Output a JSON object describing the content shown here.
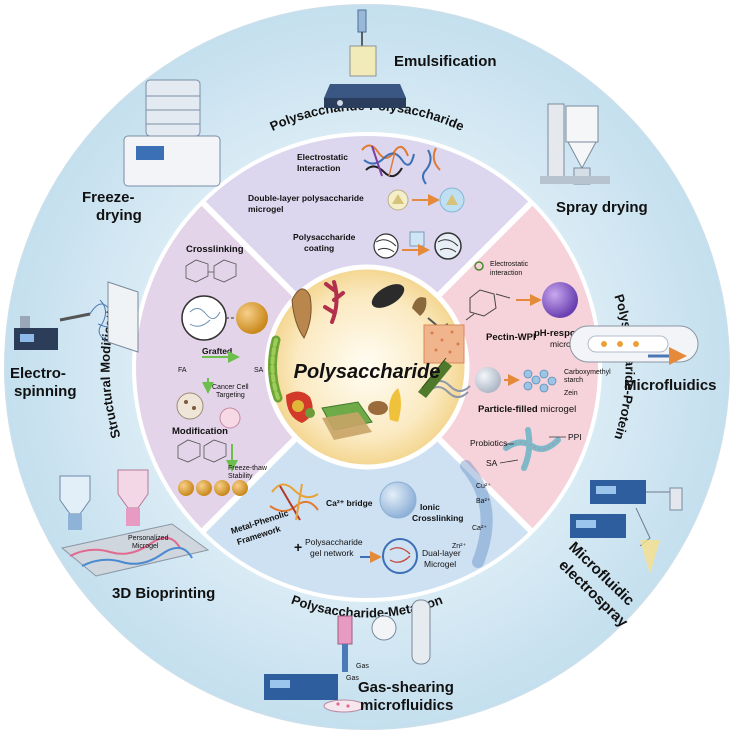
{
  "center": {
    "title": "Polysaccharide"
  },
  "sectors": {
    "top": {
      "title": "Polysaccharide-Polysaccharide",
      "items": [
        "Electrostatic",
        "Interaction",
        "Double-layer polysaccharide",
        "microgel",
        "Polysaccharide",
        "coating"
      ]
    },
    "right": {
      "title": "Polysaccharide-Protein",
      "labels": {
        "electrostatic": [
          "Electrostatic",
          "interaction"
        ],
        "pectin_wpi": "Pectin-WPI",
        "ph_responsive": [
          "pH-responsive",
          "microgel"
        ],
        "carboxymethyl": [
          "Carboxymethyl",
          "starch"
        ],
        "zein": "Zein",
        "particle_filled_bold": "Particle-filled",
        "particle_filled_rest": " microgel",
        "probiotics": "Probiotics",
        "ppi": "PPI",
        "sa": "SA"
      }
    },
    "bottom": {
      "title": "Polysaccharide-Metal Ion",
      "labels": {
        "ca_bridge": "Ca²⁺ bridge",
        "ionic": [
          "Ionic",
          "Crosslinking"
        ],
        "mpf": [
          "Metal-Phenolic",
          "Framework"
        ],
        "network": [
          "Polysaccharide",
          "gel network"
        ],
        "dual_layer": [
          "Dual-layer",
          "Microgel"
        ],
        "ions": [
          "Cu²⁺",
          "Ba²⁺",
          "Ca²⁺",
          "Zn²⁺"
        ]
      }
    },
    "left": {
      "title": "Structural Modification",
      "labels": {
        "crosslinking": "Crosslinking",
        "grafted": "Grafted",
        "fa": "FA",
        "sa": "SA",
        "cancer": [
          "Cancer Cell",
          "Targeting"
        ],
        "modification": "Modification",
        "freeze_thaw": [
          "Freeze-thaw",
          "Stability"
        ]
      }
    }
  },
  "techniques": [
    {
      "id": "emulsification",
      "lines": [
        "Emulsification"
      ]
    },
    {
      "id": "spray-drying",
      "lines": [
        "Spray drying"
      ]
    },
    {
      "id": "microfluidics",
      "lines": [
        "Microfluidics"
      ]
    },
    {
      "id": "microfluidic-electrospray",
      "lines": [
        "Microfluidic",
        "electrospray"
      ]
    },
    {
      "id": "gas-shearing",
      "lines": [
        "Gas-shearing",
        "microfluidics"
      ]
    },
    {
      "id": "bioprinting",
      "lines": [
        "3D Bioprinting"
      ]
    },
    {
      "id": "electrospinning",
      "lines": [
        "Electro-",
        "spinning"
      ]
    },
    {
      "id": "freeze-drying",
      "lines": [
        "Freeze-",
        "drying"
      ]
    }
  ],
  "device_labels": {
    "personalized": [
      "Personalized",
      "Microgel"
    ],
    "gas": [
      "Gas",
      "Gas"
    ]
  },
  "colors": {
    "outer_ring": "#d6e9f3",
    "top_sector": "#dcd6ee",
    "right_sector": "#f6d3da",
    "bottom_sector": "#cfe2f2",
    "left_sector": "#e2d3e8",
    "center": "#fbe9bf",
    "accent_blue": "#3b6fb6"
  }
}
